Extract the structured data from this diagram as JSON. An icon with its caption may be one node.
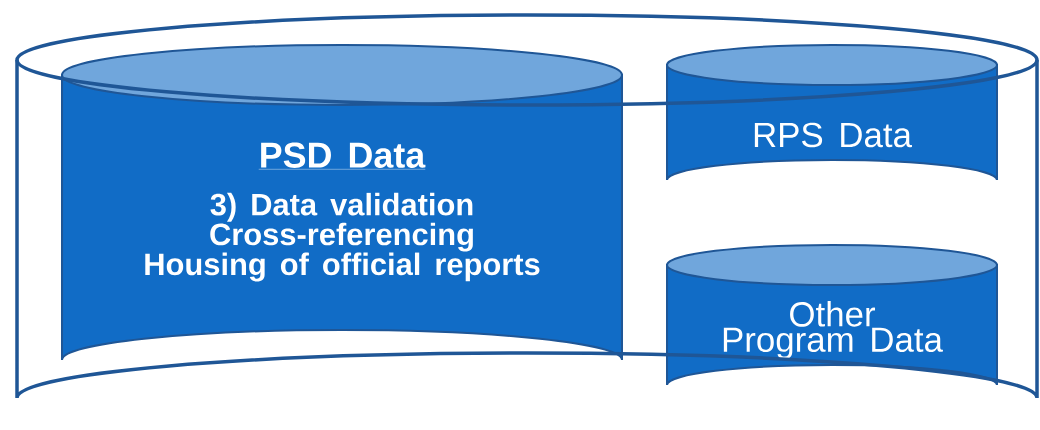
{
  "diagram": {
    "nodes": [
      {
        "text": [],
        "shape": "cylinder"
      },
      {
        "text": [
          "PSD Data",
          "3) Data validation",
          "Cross-referencing",
          "Housing of official reports"
        ],
        "in": 0
      },
      {
        "text": [
          "RPS Data"
        ],
        "in": 0
      },
      {
        "text": [
          "Other Program Data"
        ],
        "in": 0
      }
    ]
  }
}
